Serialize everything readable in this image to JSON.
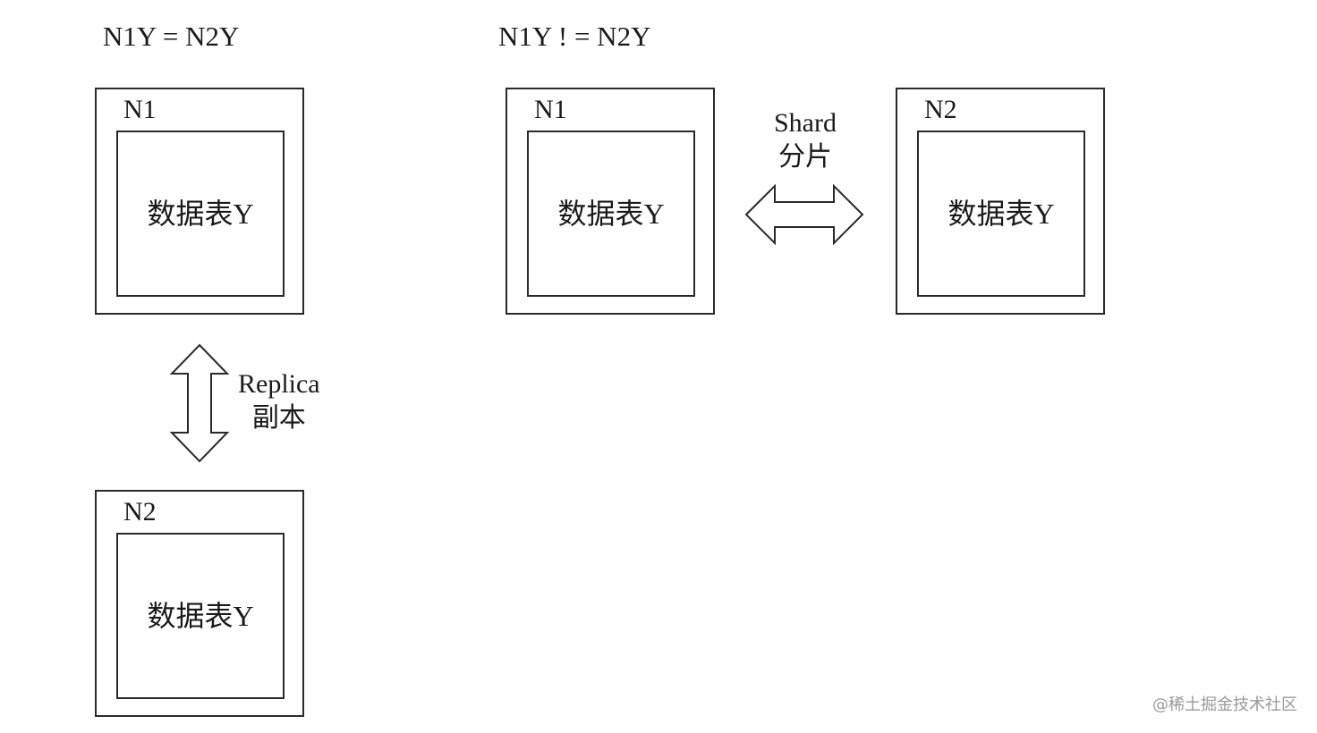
{
  "captions": {
    "equal": "N1Y = N2Y",
    "not_equal": "N1Y ! = N2Y"
  },
  "replica_group": {
    "node_top": {
      "label": "N1",
      "table": "数据表Y"
    },
    "node_bottom": {
      "label": "N2",
      "table": "数据表Y"
    },
    "arrow": {
      "line1": "Replica",
      "line2": "副本"
    }
  },
  "shard_group": {
    "node_left": {
      "label": "N1",
      "table": "数据表Y"
    },
    "node_right": {
      "label": "N2",
      "table": "数据表Y"
    },
    "arrow": {
      "line1": "Shard",
      "line2": "分片"
    }
  },
  "watermark": "@稀土掘金技术社区"
}
